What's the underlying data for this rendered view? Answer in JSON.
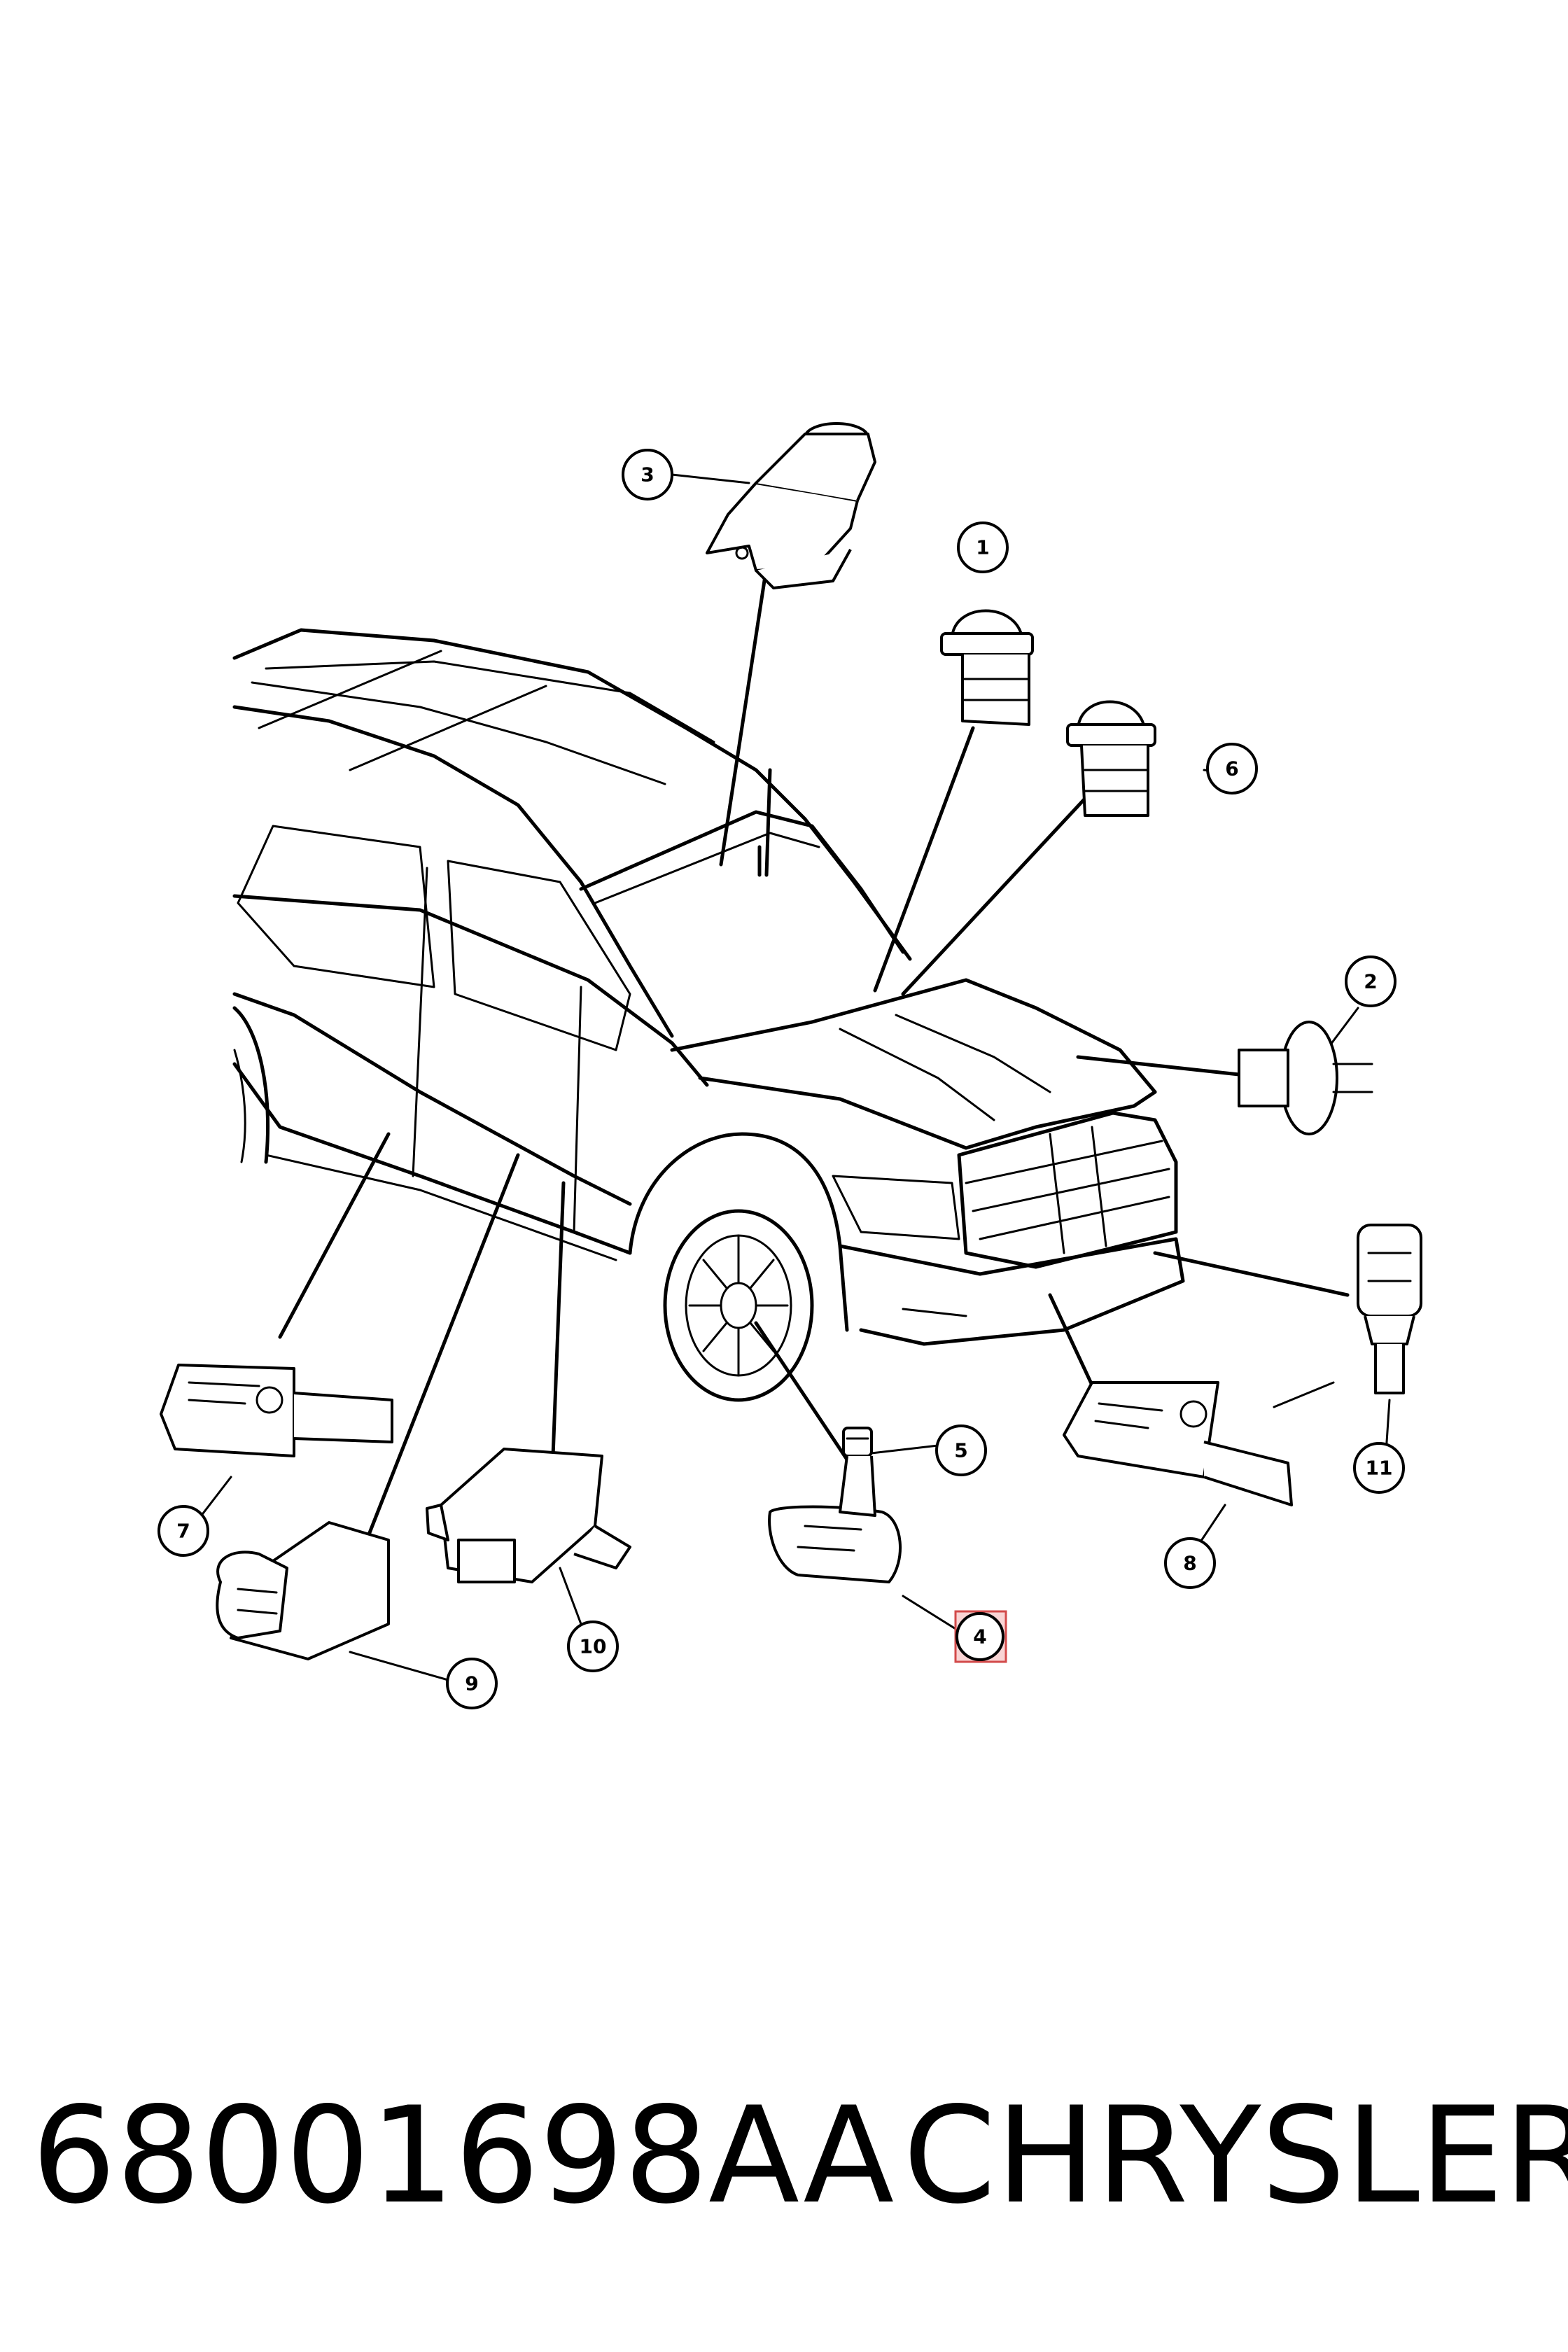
{
  "footer": {
    "part_number": "68001698AA",
    "brand": "CHRYSLER"
  },
  "callouts": [
    {
      "id": "1",
      "label": "1"
    },
    {
      "id": "2",
      "label": "2"
    },
    {
      "id": "3",
      "label": "3"
    },
    {
      "id": "4",
      "label": "4",
      "highlighted": true
    },
    {
      "id": "5",
      "label": "5"
    },
    {
      "id": "6",
      "label": "6"
    },
    {
      "id": "7",
      "label": "7"
    },
    {
      "id": "8",
      "label": "8"
    },
    {
      "id": "9",
      "label": "9"
    },
    {
      "id": "10",
      "label": "10"
    },
    {
      "id": "11",
      "label": "11"
    }
  ],
  "colors": {
    "ink": "#000000",
    "background": "#ffffff",
    "highlight_fill": "#f9d4d4",
    "highlight_stroke": "#d24a4a"
  }
}
